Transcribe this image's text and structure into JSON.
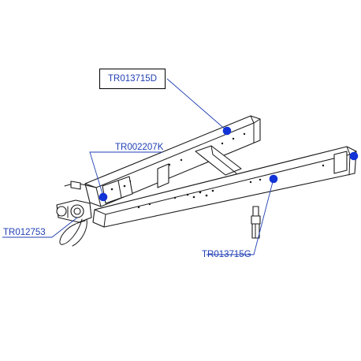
{
  "callouts": {
    "upper_rail": "TR013715D",
    "hitch_bracket": "TR002207K",
    "coupling_head": "TR012753",
    "lower_rail": "TR013715G"
  },
  "colors": {
    "label_text": "#1f3fb3",
    "marker_dot": "#1233d6",
    "line_art": "#1a1a1a"
  }
}
